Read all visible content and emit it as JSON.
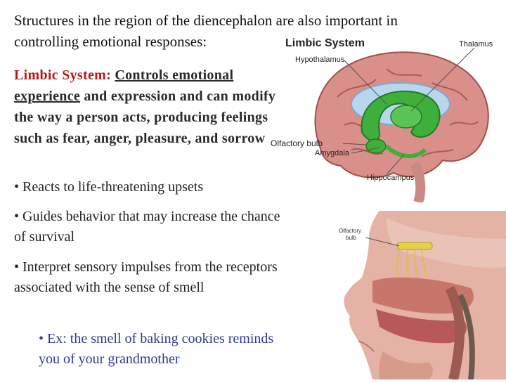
{
  "intro": "Structures in the region of the diencephalon are also important in controlling emotional responses:",
  "limbic": {
    "term": "Limbic System:",
    "underlined": "Controls emotional experience",
    "rest": " and expression and can modify the way a person acts, producing feelings such as fear, anger, pleasure, and sorrow"
  },
  "bullets": [
    "• Reacts to life-threatening upsets",
    "• Guides behavior that may increase the chance of survival",
    "• Interpret sensory impulses from the receptors associated with the sense of smell"
  ],
  "example": "• Ex: the smell of baking cookies reminds you of your grandmother",
  "brain_figure": {
    "title": "Limbic System",
    "labels": {
      "thalamus": "Thalamus",
      "hypothalamus": "Hypothalamus",
      "olfactory_bulb": "Olfactory bulb",
      "amygdala": "Amygdala",
      "hippocampus": "Hippocampus"
    }
  },
  "head_figure": {
    "label_line1": "Olfactory",
    "label_line2": "bulb"
  },
  "colors": {
    "term_red": "#b01c1c",
    "example_blue": "#2e3d8f",
    "limbic_green": "#3fae3a",
    "cortex_pink": "#d9908a"
  }
}
